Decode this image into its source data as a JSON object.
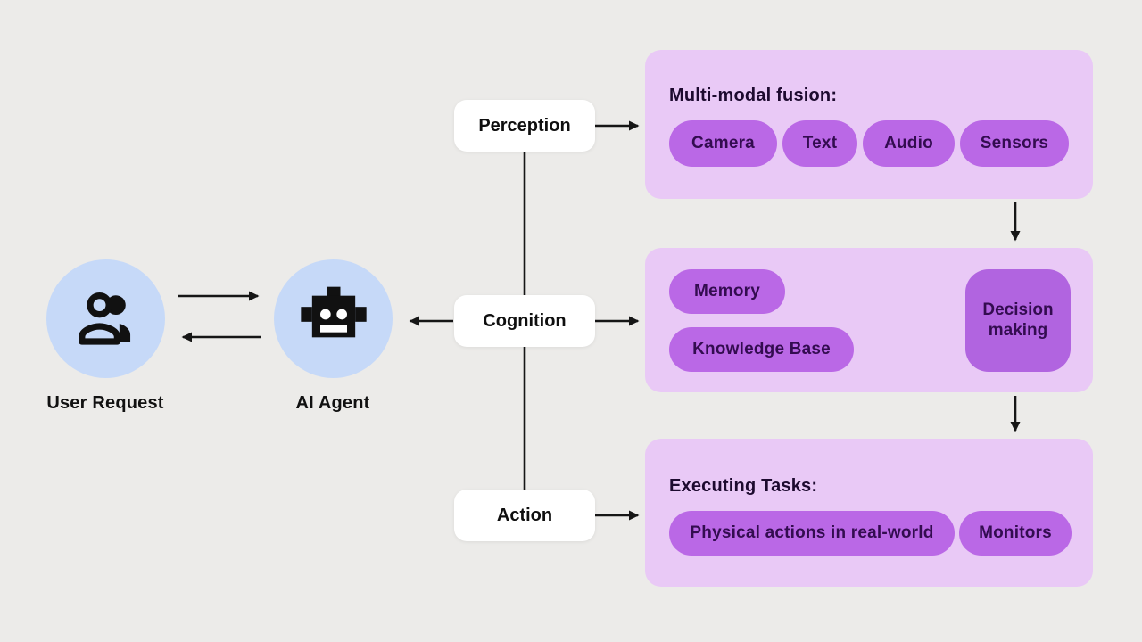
{
  "palette": {
    "background": "#ecebe9",
    "panel": "#e9c9f6",
    "pill": "#ba68e6",
    "decision": "#b164e0",
    "actor_circle": "#c6d9f8",
    "pill_text": "#330c50",
    "heading_text": "#1d0a2f",
    "line": "#161616",
    "stage_box": "#ffffff"
  },
  "actors": {
    "user": {
      "label": "User Request",
      "icon": "person-group-icon"
    },
    "agent": {
      "label": "AI Agent",
      "icon": "robot-icon"
    }
  },
  "stages": [
    {
      "id": "perception",
      "label": "Perception"
    },
    {
      "id": "cognition",
      "label": "Cognition"
    },
    {
      "id": "action",
      "label": "Action"
    }
  ],
  "panels": {
    "perception": {
      "title": "Multi-modal fusion:",
      "pills": [
        "Camera",
        "Text",
        "Audio",
        "Sensors"
      ]
    },
    "cognition": {
      "pills": [
        "Memory",
        "Knowledge Base"
      ],
      "decision": "Decision making"
    },
    "action": {
      "title": "Executing Tasks:",
      "pills": [
        "Physical actions in real-world",
        "Monitors"
      ]
    }
  },
  "connections": [
    "user-to-agent",
    "agent-to-user",
    "cognition-to-agent",
    "perception-to-fusion-panel",
    "cognition-to-cognition-panel",
    "action-to-tasks-panel",
    "perception-cognition-link",
    "cognition-action-link",
    "fusion-panel-to-cognition-panel",
    "cognition-panel-to-tasks-panel",
    "memory-to-decision",
    "knowledge-base-to-decision"
  ]
}
